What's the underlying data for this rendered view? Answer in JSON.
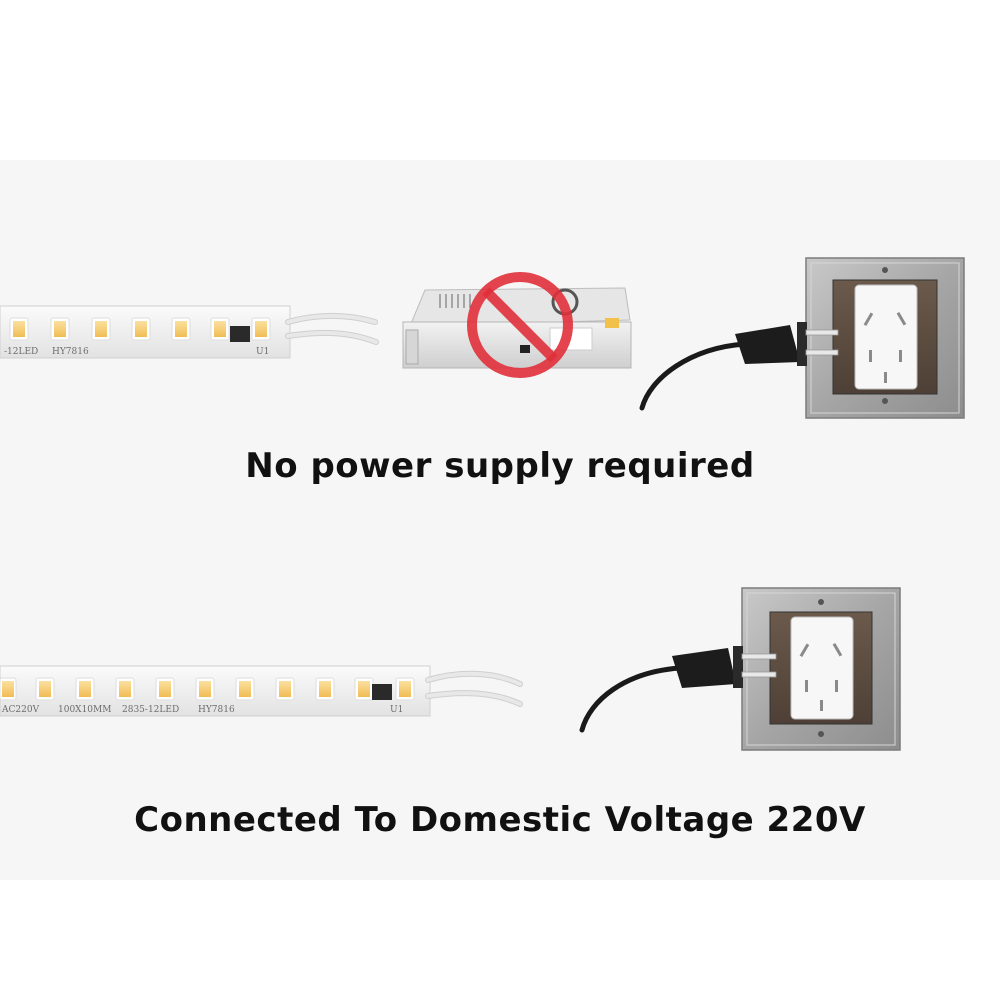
{
  "captions": {
    "top": "No power supply required",
    "bottom": "Connected To Domestic Voltage 220V"
  },
  "strip_top": {
    "markings": [
      "-12LED",
      "HY7816",
      "U1"
    ]
  },
  "strip_bottom": {
    "markings": [
      "AC220V",
      "100X10MM",
      "2835-12LED",
      "HY7816",
      "U1"
    ]
  },
  "icons": {
    "prohibited": "no-entry-icon"
  },
  "colors": {
    "led": "#f4c86a",
    "prohibit_red": "#e0303a",
    "plate": "#a8a8a8",
    "caption": "#111111"
  }
}
